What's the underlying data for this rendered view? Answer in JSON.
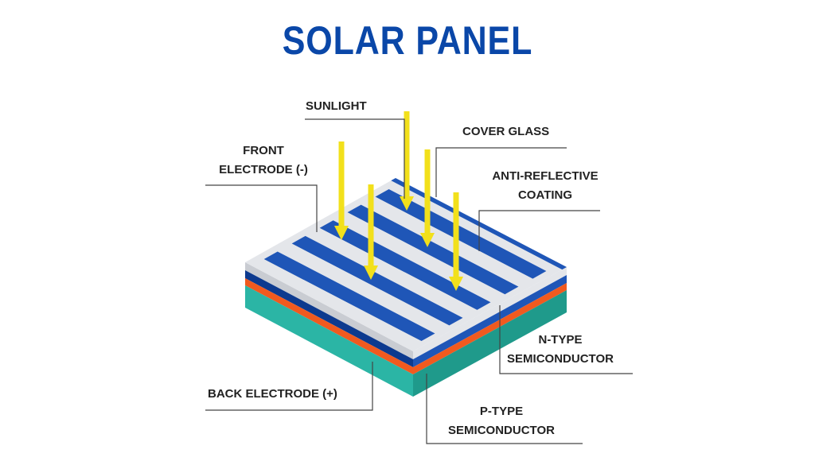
{
  "title": "SOLAR PANEL",
  "labels": {
    "sunlight": "SUNLIGHT",
    "cover_glass": "COVER GLASS",
    "front_electrode_l1": "FRONT",
    "front_electrode_l2": "ELECTRODE (-)",
    "anti_reflective_l1": "ANTI-REFLECTIVE",
    "anti_reflective_l2": "COATING",
    "n_type_l1": "N-TYPE",
    "n_type_l2": "SEMICONDUCTOR",
    "back_electrode": "BACK ELECTRODE (+)",
    "p_type_l1": "P-TYPE",
    "p_type_l2": "SEMICONDUCTOR"
  },
  "colors": {
    "title": "#0a47a8",
    "blue_stripe": "#1f56b7",
    "blue_dark": "#0d3a8f",
    "glass": "#e4e6ea",
    "glass_side": "#c9ccd2",
    "orange": "#f05a1f",
    "teal": "#2bb5a5",
    "teal_dark": "#1f9a8b",
    "arrow": "#f2e01b",
    "leader": "#444444"
  }
}
